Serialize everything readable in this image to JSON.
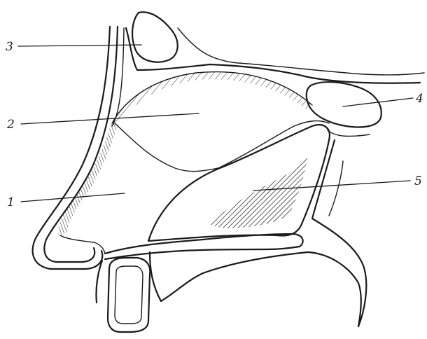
{
  "labels": {
    "one": "1",
    "two": "2",
    "three": "3",
    "four": "4",
    "five": "5"
  },
  "colors": {
    "ink": "#1a1a1a",
    "paper": "#ffffff"
  }
}
